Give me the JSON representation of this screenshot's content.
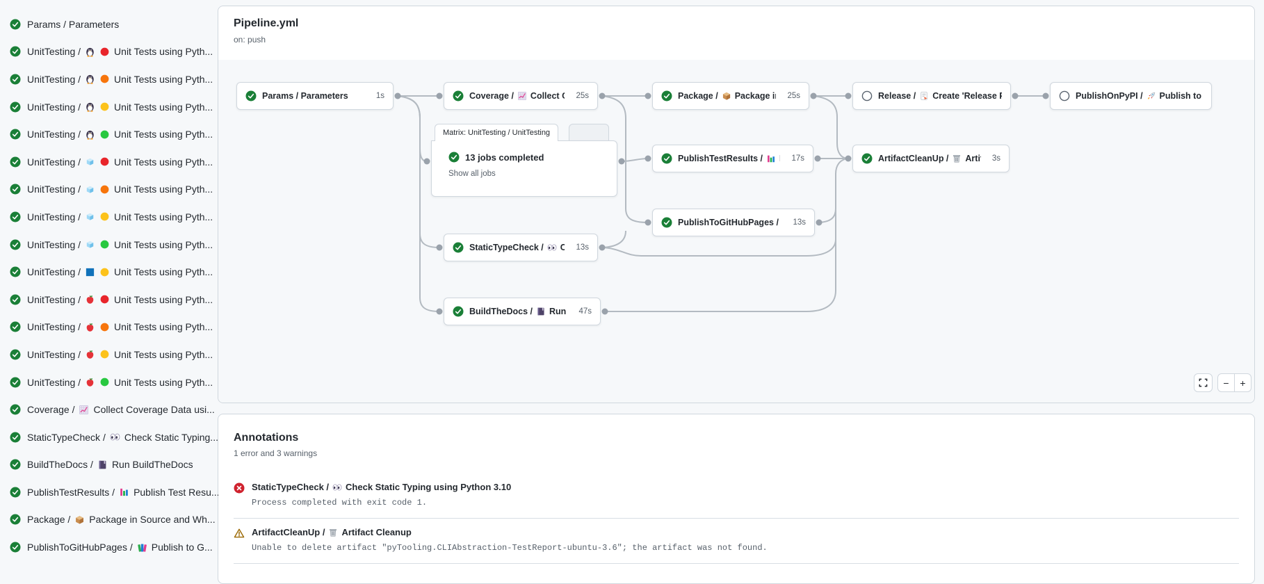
{
  "colors": {
    "success": "#1a7f37",
    "error": "#cf222e",
    "warning": "#9a6700",
    "edge": "#b3bac1",
    "dot": "#9aa2ab"
  },
  "sidebar": {
    "items": [
      {
        "status": "success",
        "pre": "Params / Parameters",
        "icons": [],
        "post": ""
      },
      {
        "status": "success",
        "pre": "UnitTesting /",
        "icons": [
          "penguin",
          "dot-red"
        ],
        "post": "Unit Tests using Pyth..."
      },
      {
        "status": "success",
        "pre": "UnitTesting /",
        "icons": [
          "penguin",
          "dot-orange"
        ],
        "post": "Unit Tests using Pyth..."
      },
      {
        "status": "success",
        "pre": "UnitTesting /",
        "icons": [
          "penguin",
          "dot-yellow"
        ],
        "post": "Unit Tests using Pyth..."
      },
      {
        "status": "success",
        "pre": "UnitTesting /",
        "icons": [
          "penguin",
          "dot-green"
        ],
        "post": "Unit Tests using Pyth..."
      },
      {
        "status": "success",
        "pre": "UnitTesting /",
        "icons": [
          "ice-cube",
          "dot-red"
        ],
        "post": "Unit Tests using Pyth..."
      },
      {
        "status": "success",
        "pre": "UnitTesting /",
        "icons": [
          "ice-cube",
          "dot-orange"
        ],
        "post": "Unit Tests using Pyth..."
      },
      {
        "status": "success",
        "pre": "UnitTesting /",
        "icons": [
          "ice-cube",
          "dot-yellow"
        ],
        "post": "Unit Tests using Pyth..."
      },
      {
        "status": "success",
        "pre": "UnitTesting /",
        "icons": [
          "ice-cube",
          "dot-green"
        ],
        "post": "Unit Tests using Pyth..."
      },
      {
        "status": "success",
        "pre": "UnitTesting /",
        "icons": [
          "windows-square",
          "dot-yellow"
        ],
        "post": "Unit Tests using Pyth..."
      },
      {
        "status": "success",
        "pre": "UnitTesting /",
        "icons": [
          "apple",
          "dot-red"
        ],
        "post": "Unit Tests using Pyth..."
      },
      {
        "status": "success",
        "pre": "UnitTesting /",
        "icons": [
          "apple",
          "dot-orange"
        ],
        "post": "Unit Tests using Pyth..."
      },
      {
        "status": "success",
        "pre": "UnitTesting /",
        "icons": [
          "apple",
          "dot-yellow"
        ],
        "post": "Unit Tests using Pyth..."
      },
      {
        "status": "success",
        "pre": "UnitTesting /",
        "icons": [
          "apple",
          "dot-green"
        ],
        "post": "Unit Tests using Pyth..."
      },
      {
        "status": "success",
        "pre": "Coverage /",
        "icons": [
          "chart-up"
        ],
        "post": "Collect Coverage Data usi..."
      },
      {
        "status": "success",
        "pre": "StaticTypeCheck /",
        "icons": [
          "eyes"
        ],
        "post": "Check Static Typing..."
      },
      {
        "status": "success",
        "pre": "BuildTheDocs /",
        "icons": [
          "book"
        ],
        "post": "Run BuildTheDocs"
      },
      {
        "status": "success",
        "pre": "PublishTestResults /",
        "icons": [
          "bar-chart"
        ],
        "post": "Publish Test Resu..."
      },
      {
        "status": "success",
        "pre": "Package /",
        "icons": [
          "package"
        ],
        "post": "Package in Source and Wh..."
      },
      {
        "status": "success",
        "pre": "PublishToGitHubPages /",
        "icons": [
          "books"
        ],
        "post": "Publish to G..."
      }
    ]
  },
  "graph": {
    "title": "Pipeline.yml",
    "trigger": "on: push",
    "matrix": {
      "tab": "Matrix: UnitTesting / UnitTesting",
      "status_text": "13 jobs completed",
      "link": "Show all jobs"
    },
    "nodes": [
      {
        "id": "params",
        "status": "success",
        "pre": "Params / Parameters",
        "icon": null,
        "post": "",
        "duration": "1s"
      },
      {
        "id": "coverage",
        "status": "success",
        "pre": "Coverage /",
        "icon": "chart-up",
        "post": "Collect Cove...",
        "duration": "25s"
      },
      {
        "id": "package",
        "status": "success",
        "pre": "Package /",
        "icon": "package",
        "post": "Package in So...",
        "duration": "25s"
      },
      {
        "id": "release",
        "status": "skipped",
        "pre": "Release /",
        "icon": "release-doc",
        "post": "Create 'Release P...",
        "duration": ""
      },
      {
        "id": "publish-pypi",
        "status": "skipped",
        "pre": "PublishOnPyPI /",
        "icon": "rocket",
        "post": "Publish to ...",
        "duration": ""
      },
      {
        "id": "publish-test-results",
        "status": "success",
        "pre": "PublishTestResults /",
        "icon": "bar-chart",
        "post": "Pu...",
        "duration": "17s"
      },
      {
        "id": "artifact-cleanup",
        "status": "success",
        "pre": "ArtifactCleanUp /",
        "icon": "trash",
        "post": "Artifac...",
        "duration": "3s"
      },
      {
        "id": "publish-gh-pages",
        "status": "success",
        "pre": "PublishToGitHubPages /",
        "icon": "books",
        "post": "...",
        "duration": "13s"
      },
      {
        "id": "static-type-check",
        "status": "success",
        "pre": "StaticTypeCheck /",
        "icon": "eyes",
        "post": "Chec...",
        "duration": "13s"
      },
      {
        "id": "build-docs",
        "status": "success",
        "pre": "BuildTheDocs /",
        "icon": "book",
        "post": "Run Buil...",
        "duration": "47s"
      }
    ],
    "controls": {
      "zoom_out_label": "−",
      "zoom_in_label": "+"
    }
  },
  "annotations": {
    "heading": "Annotations",
    "summary": "1 error and 3 warnings",
    "items": [
      {
        "type": "error",
        "pre": "StaticTypeCheck /",
        "icon": "eyes",
        "post": "Check Static Typing using Python 3.10",
        "message": "Process completed with exit code 1."
      },
      {
        "type": "warning",
        "pre": "ArtifactCleanUp /",
        "icon": "trash",
        "post": "Artifact Cleanup",
        "message": "Unable to delete artifact \"pyTooling.CLIAbstraction-TestReport-ubuntu-3.6\"; the artifact was not found."
      }
    ]
  }
}
